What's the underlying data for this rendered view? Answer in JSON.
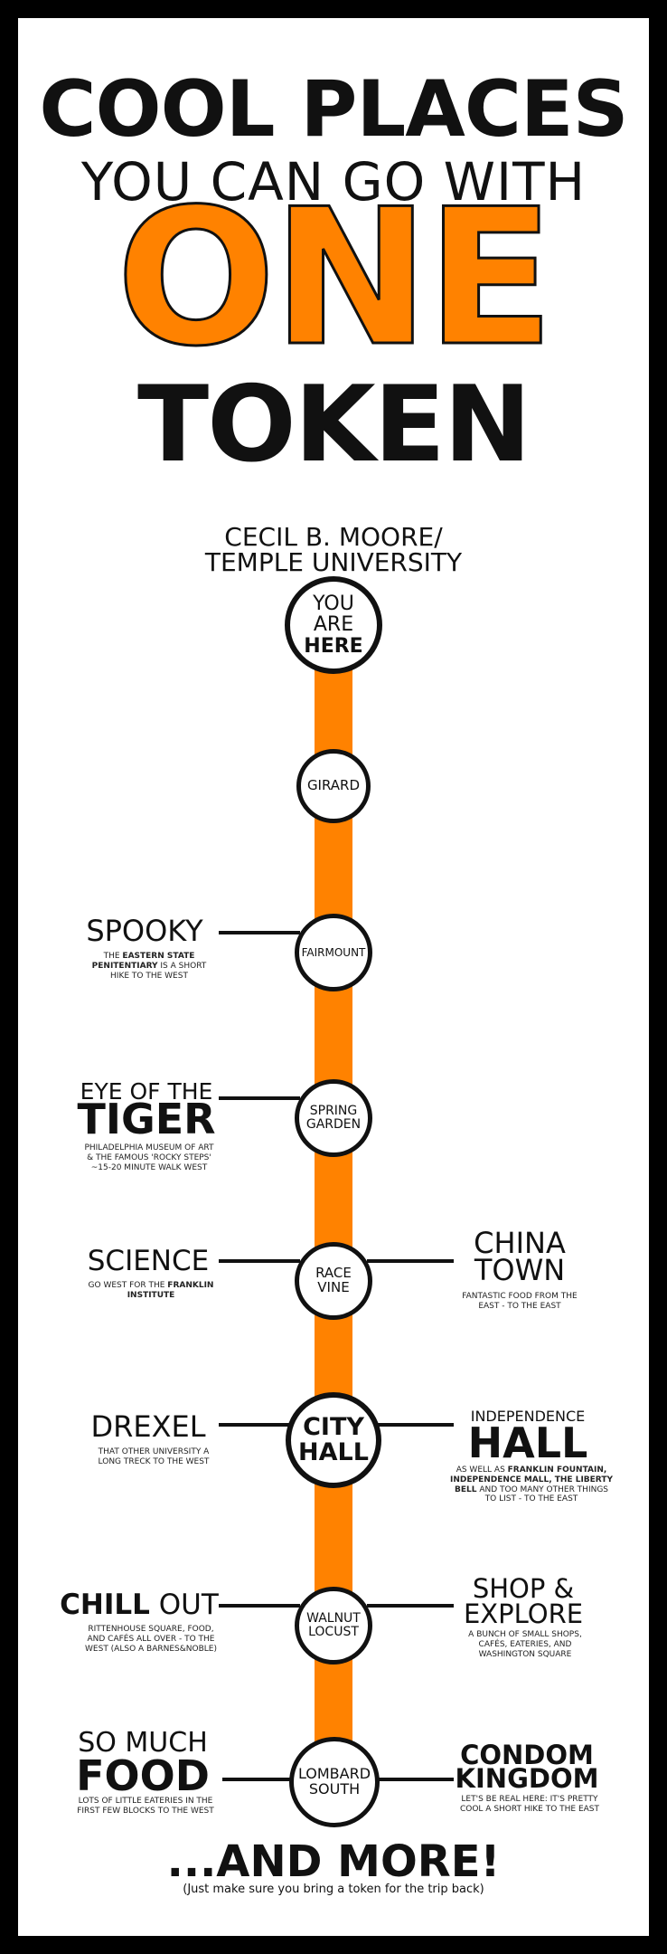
{
  "colors": {
    "accent": "#ff8200",
    "ink": "#111111",
    "frame": "#000000",
    "paper": "#ffffff"
  },
  "title": {
    "line1": "COOL PLACES",
    "line2": "YOU CAN GO WITH",
    "line3": "ONE",
    "line4": "TOKEN"
  },
  "origin": {
    "name_line1": "CECIL B. MOORE/",
    "name_line2": "TEMPLE UNIVERSITY",
    "marker_line1": "YOU",
    "marker_line2": "ARE",
    "marker_line3": "HERE"
  },
  "stations": {
    "girard": {
      "line1": "GIRARD"
    },
    "fairmount": {
      "line1": "FAIRMOUNT"
    },
    "spring_garden": {
      "line1": "SPRING",
      "line2": "GARDEN"
    },
    "race_vine": {
      "line1": "RACE",
      "line2": "VINE"
    },
    "city_hall": {
      "line1": "CITY",
      "line2": "HALL"
    },
    "walnut_locust": {
      "line1": "WALNUT",
      "line2": "LOCUST"
    },
    "lombard_south": {
      "line1": "LOMBARD",
      "line2": "SOUTH"
    }
  },
  "places": {
    "spooky": {
      "title": "SPOOKY",
      "desc_pre": "THE ",
      "desc_bold": "EASTERN STATE PENITENTIARY",
      "desc_post": " IS A SHORT HIKE TO THE WEST"
    },
    "tiger": {
      "title_small": "EYE OF THE",
      "title_big": "TIGER",
      "desc": "PHILADELPHIA MUSEUM OF ART & THE FAMOUS 'ROCKY STEPS' ~15-20 MINUTE WALK WEST"
    },
    "science": {
      "title": "SCIENCE",
      "desc_pre": "GO WEST FOR THE ",
      "desc_bold": "FRANKLIN INSTITUTE"
    },
    "chinatown": {
      "title_line1": "CHINA",
      "title_line2": "TOWN",
      "desc": "FANTASTIC FOOD FROM THE EAST - TO THE EAST"
    },
    "drexel": {
      "title": "DREXEL",
      "desc": "THAT OTHER UNIVERSITY A LONG TRECK TO THE WEST"
    },
    "independence": {
      "title_small": "INDEPENDENCE",
      "title_big": "HALL",
      "desc_pre": "AS WELL AS ",
      "desc_bold": "FRANKLIN FOUNTAIN, INDEPENDENCE MALL, THE LIBERTY BELL",
      "desc_post": " AND TOO MANY OTHER THINGS TO LIST - TO THE EAST"
    },
    "chill": {
      "title_bold": "CHILL",
      "title_thin": " OUT",
      "desc": "RITTENHOUSE SQUARE, FOOD, AND CAFÉS ALL OVER - TO THE WEST (ALSO A BARNES&NOBLE)"
    },
    "shop": {
      "title_line1": "SHOP &",
      "title_line2": "EXPLORE",
      "desc": "A BUNCH OF SMALL SHOPS, CAFÉS, EATERIES, AND WASHINGTON SQUARE"
    },
    "food": {
      "title_small": "SO MUCH",
      "title_big": "FOOD",
      "desc": "LOTS OF LITTLE EATERIES IN THE FIRST FEW BLOCKS TO THE WEST"
    },
    "condom": {
      "title_line1": "CONDOM",
      "title_line2": "KINGDOM",
      "desc": "LET'S BE REAL HERE: IT'S PRETTY COOL A SHORT HIKE TO THE EAST"
    }
  },
  "footer": {
    "headline": "...AND MORE!",
    "note": "(Just make sure you bring a token for the trip back)"
  }
}
